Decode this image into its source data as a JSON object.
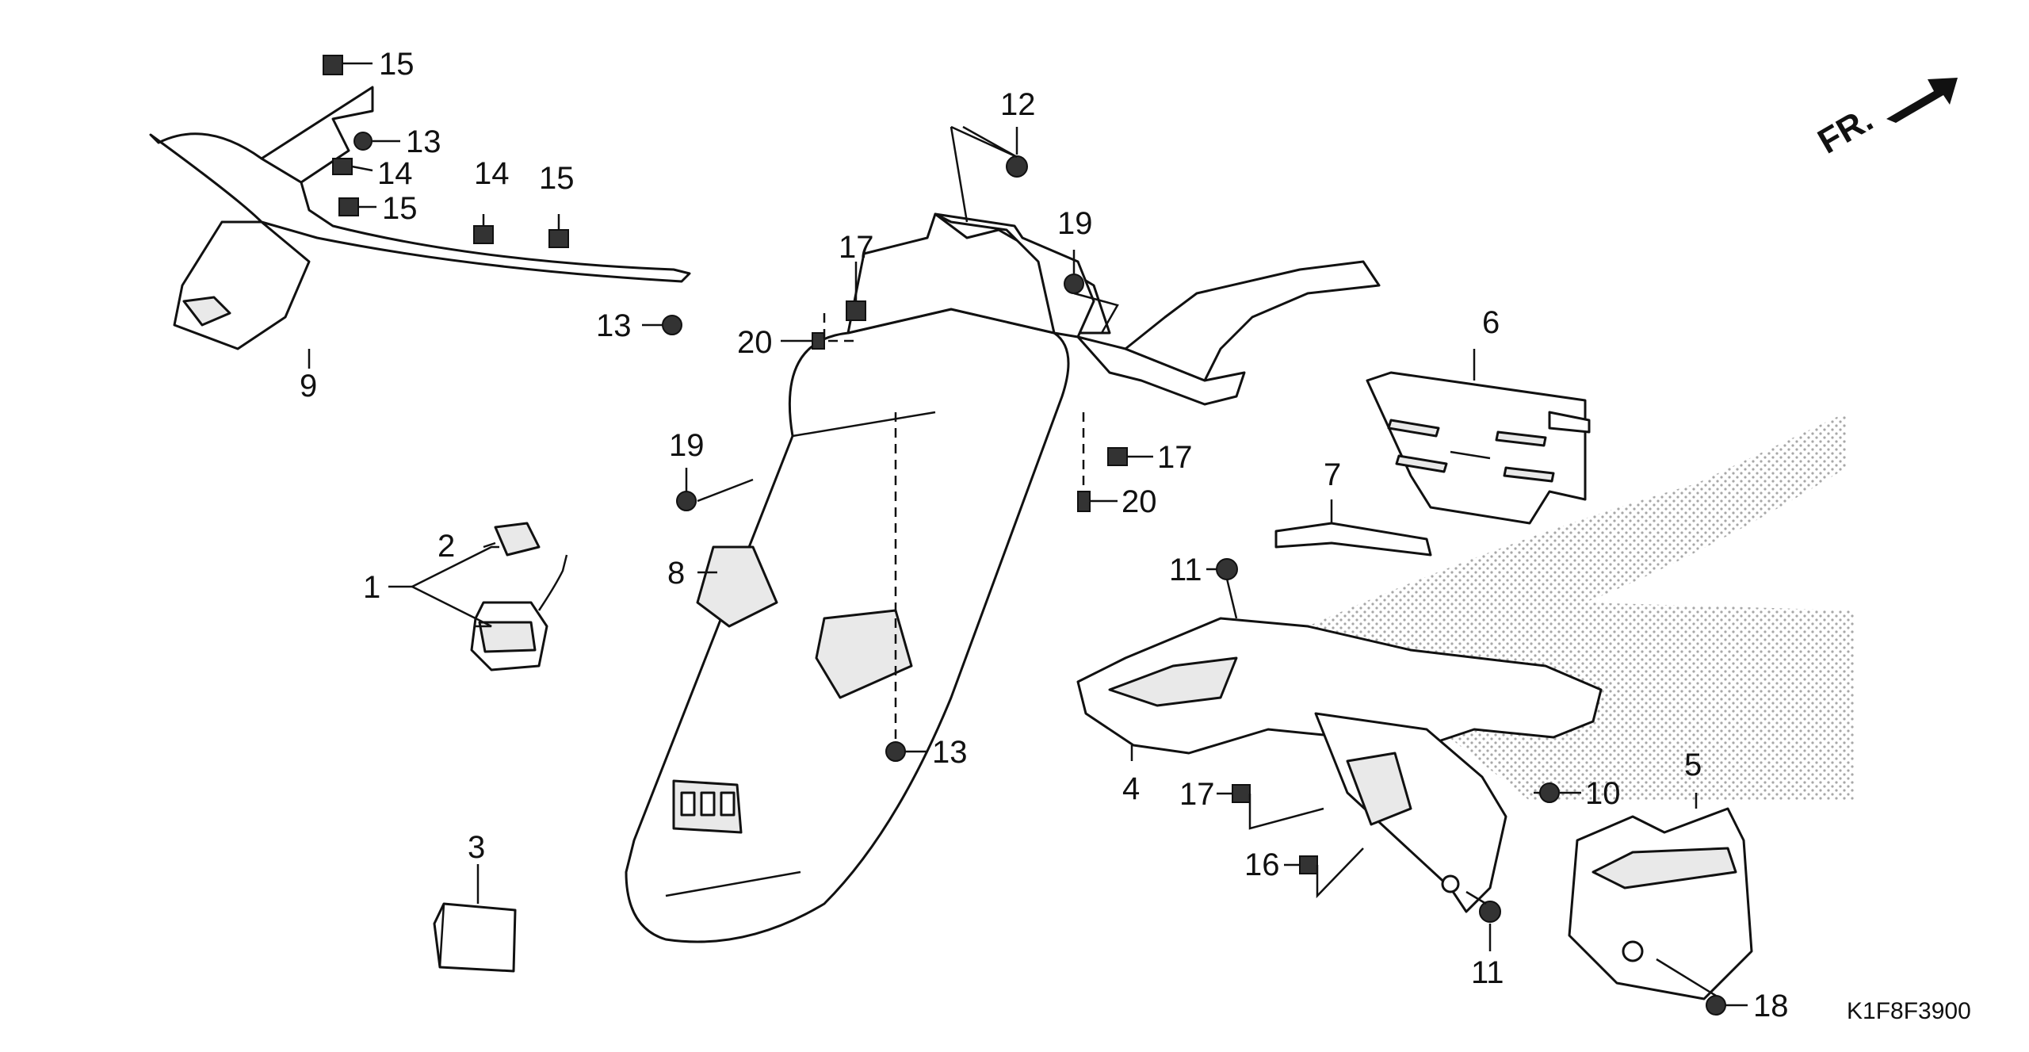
{
  "diagram": {
    "code": "K1F8F3900",
    "front_indicator": "FR.",
    "callouts": {
      "c1": "1",
      "c2": "2",
      "c3": "3",
      "c4": "4",
      "c5": "5",
      "c6": "6",
      "c7": "7",
      "c8": "8",
      "c9": "9",
      "c10": "10",
      "c11a": "11",
      "c11b": "11",
      "c12": "12",
      "c13a": "13",
      "c13b": "13",
      "c13c": "13",
      "c14a": "14",
      "c14b": "14",
      "c15a": "15",
      "c15b": "15",
      "c15c": "15",
      "c16": "16",
      "c17a": "17",
      "c17b": "17",
      "c17c": "17",
      "c18": "18",
      "c19a": "19",
      "c19b": "19",
      "c20a": "20",
      "c20b": "20"
    }
  }
}
